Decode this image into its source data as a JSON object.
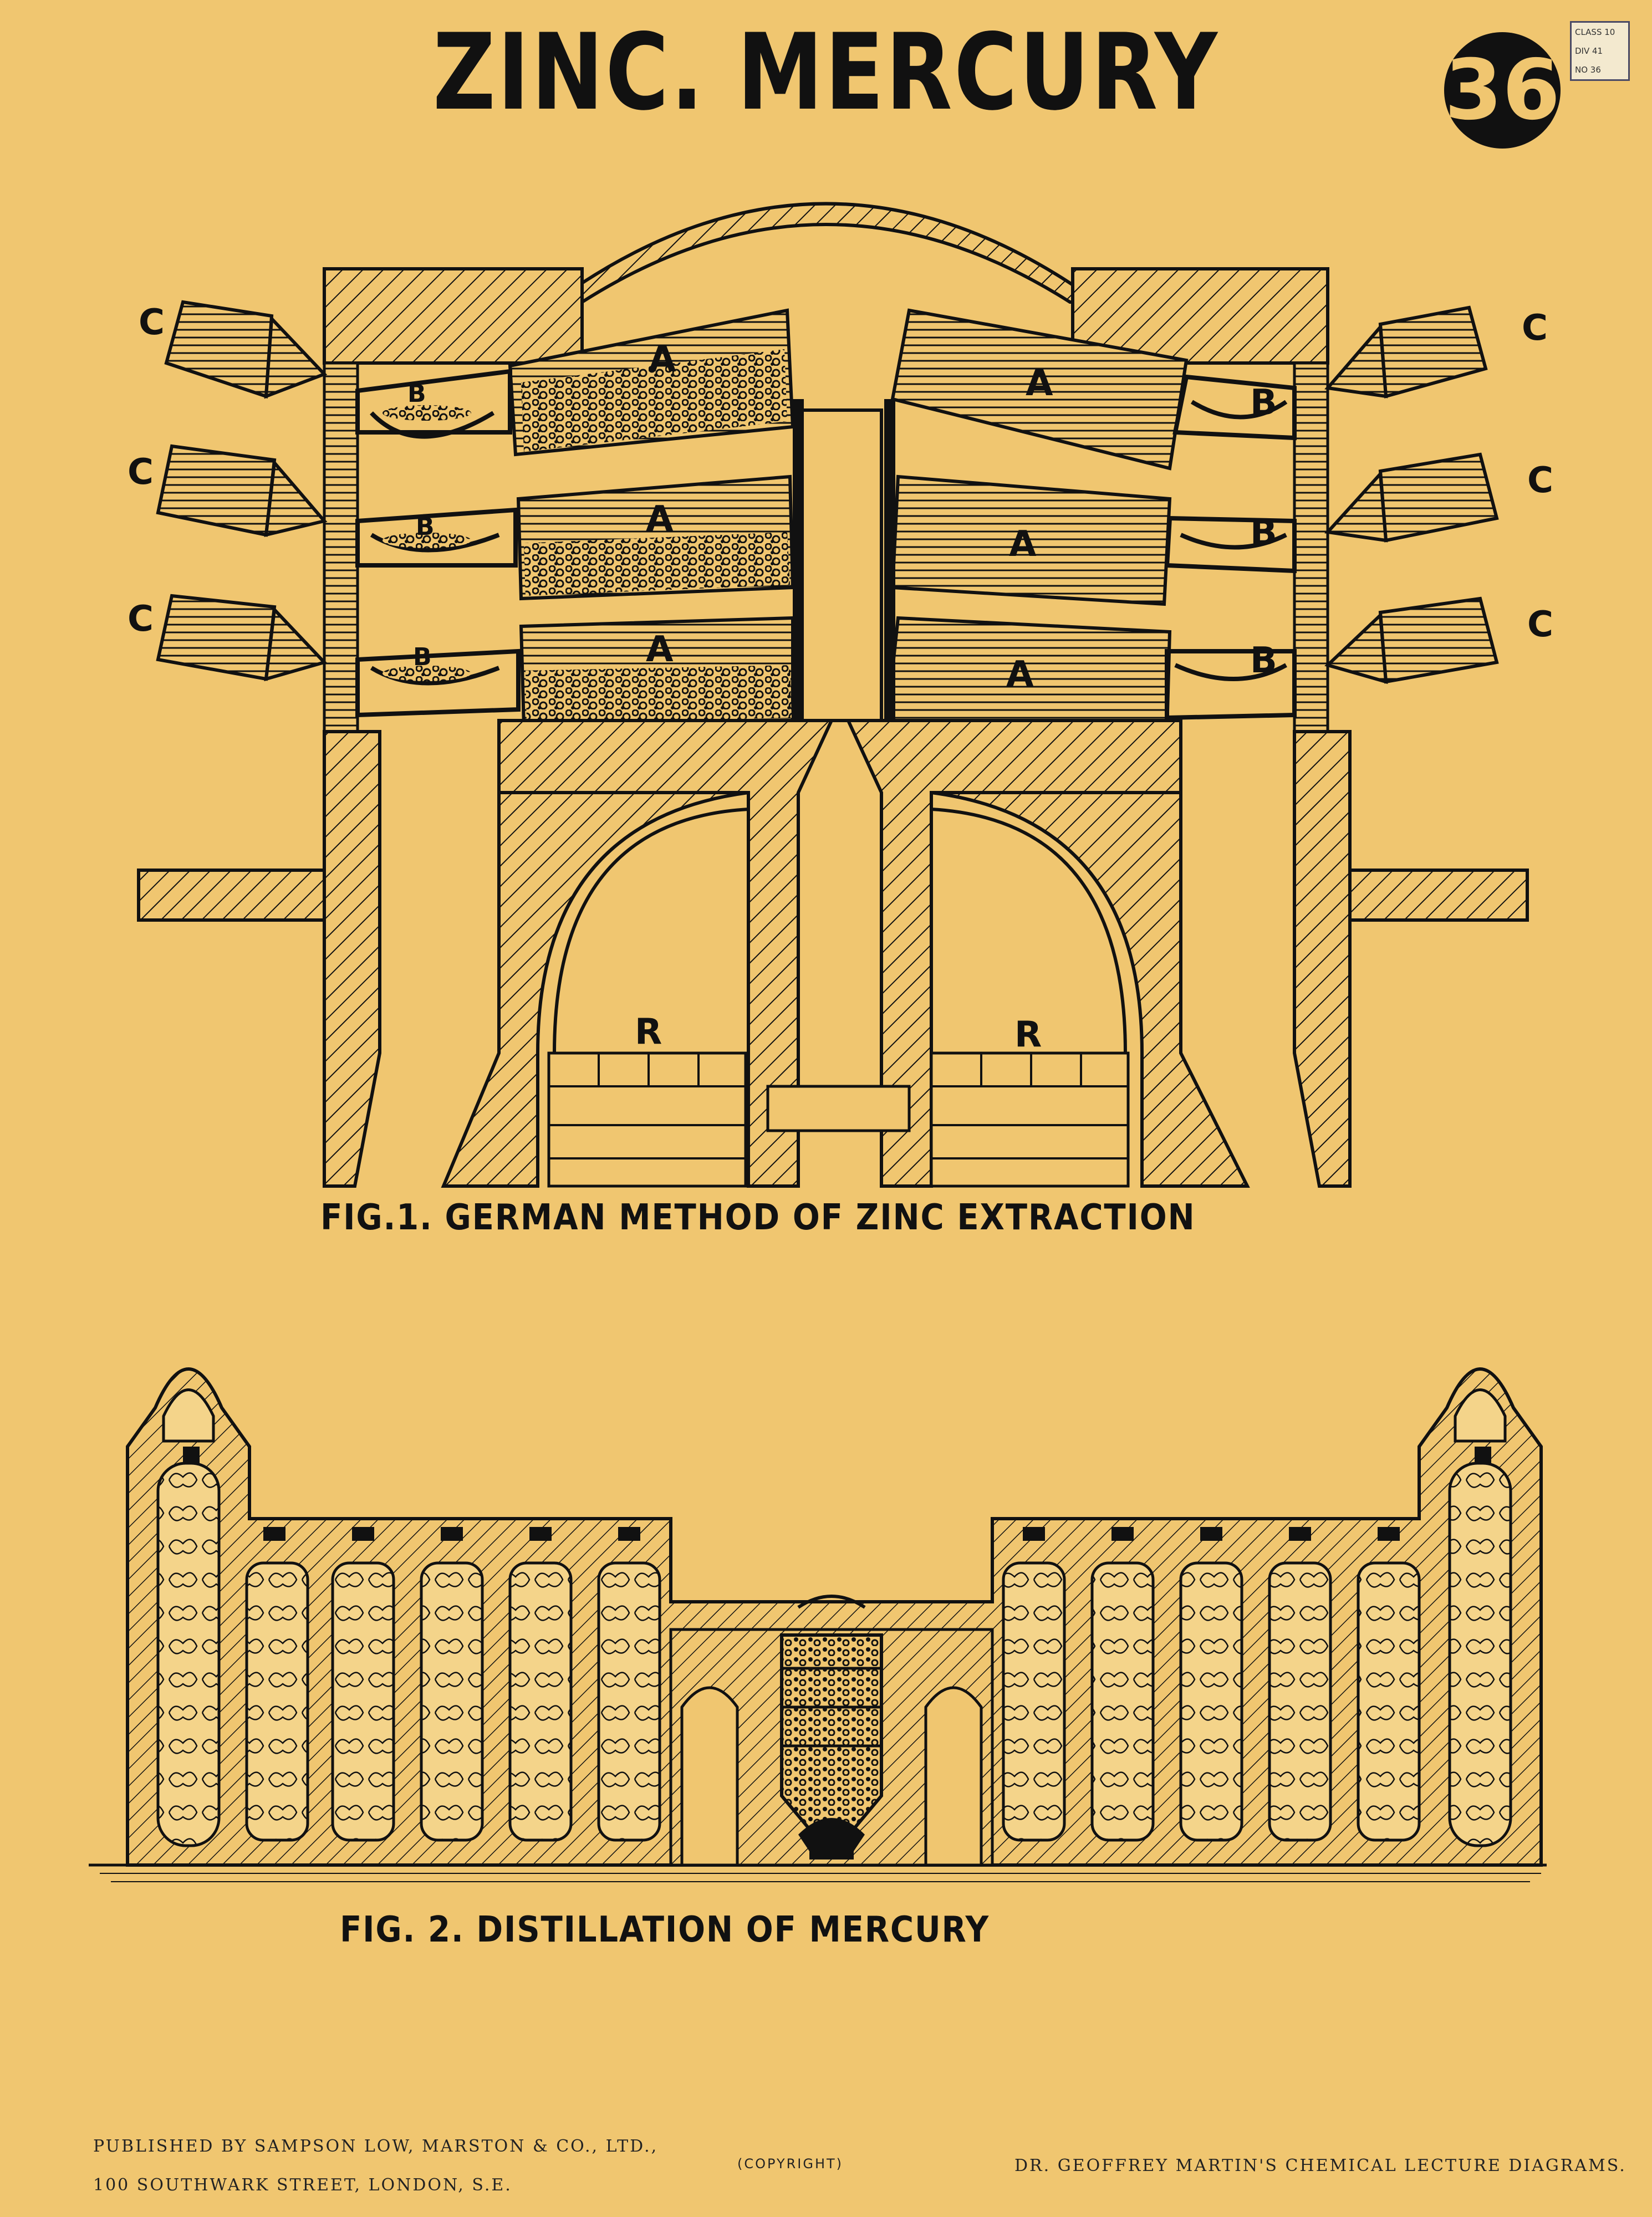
{
  "poster": {
    "title": "ZINC. MERCURY",
    "plate_number": "36",
    "catalog_tag": [
      "CLASS 10",
      "DIV 41",
      "NO 36"
    ]
  },
  "fig1": {
    "caption": "FIG.1. GERMAN METHOD OF ZINC EXTRACTION",
    "labels": {
      "retort": "A",
      "receiver": "B",
      "condenser": "C",
      "regenerator": "R"
    }
  },
  "fig2": {
    "caption": "FIG. 2. DISTILLATION OF MERCURY"
  },
  "footer": {
    "publisher_line1": "PUBLISHED BY SAMPSON LOW, MARSTON & CO., LTD.,",
    "publisher_line2": "100 SOUTHWARK STREET, LONDON, S.E.",
    "copyright": "(COPYRIGHT)",
    "series": "DR. GEOFFREY MARTIN'S CHEMICAL LECTURE DIAGRAMS."
  },
  "colors": {
    "paper": "#f0c670",
    "ink": "#111111"
  }
}
